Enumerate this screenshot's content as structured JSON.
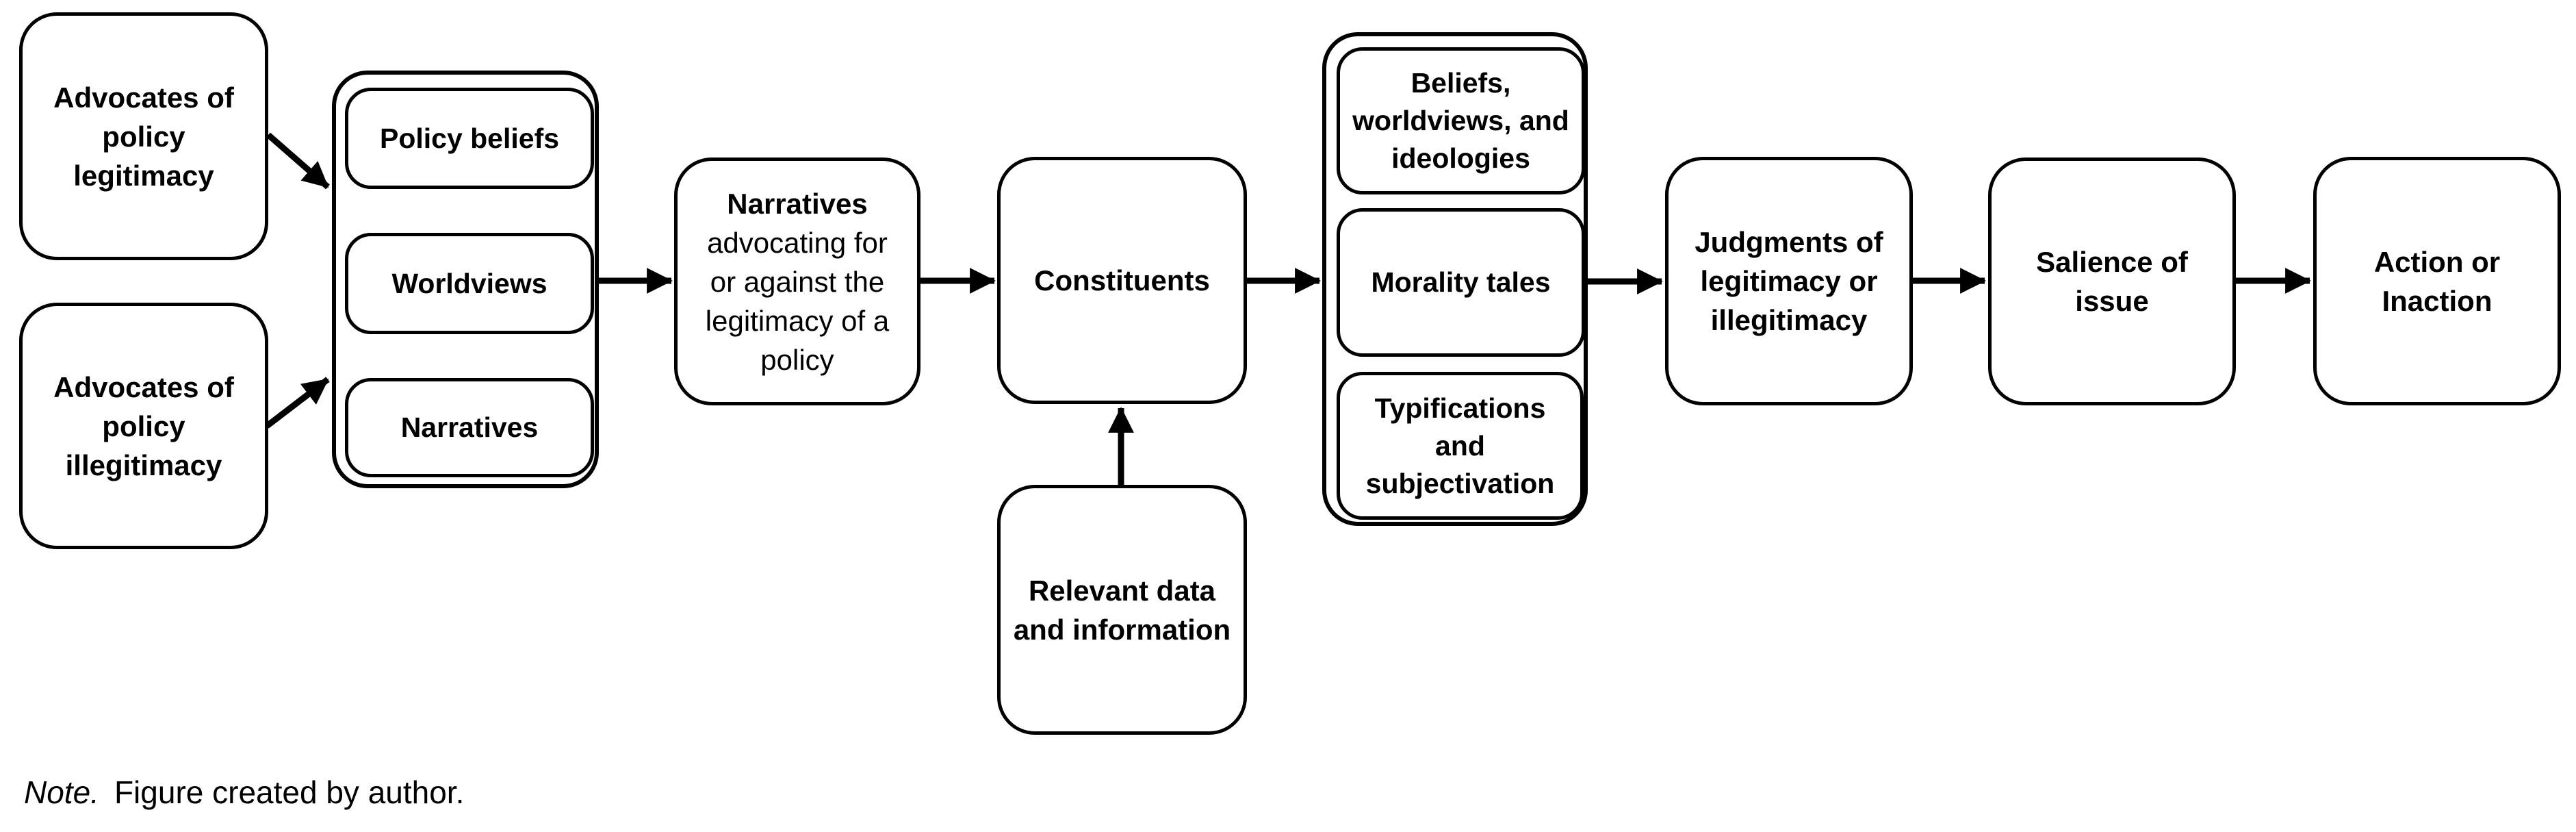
{
  "figure": {
    "background_color": "#ffffff",
    "stroke_color": "#000000",
    "nodes": {
      "advocates_legitimacy": {
        "label": "Advocates of\npolicy\nlegitimacy"
      },
      "advocates_illegitimacy": {
        "label": "Advocates of\npolicy\nillegitimacy"
      },
      "narrative_components_group": {
        "items": [
          {
            "label": "Policy beliefs"
          },
          {
            "label": "Worldviews"
          },
          {
            "label": "Narratives"
          }
        ]
      },
      "narratives_advocating": {
        "title": "Narratives",
        "body": "advocating for\nor against the\nlegitimacy of a\npolicy"
      },
      "constituents": {
        "label": "Constituents"
      },
      "relevant_data": {
        "label": "Relevant data\nand information"
      },
      "interpretation_group": {
        "items": [
          {
            "label": "Beliefs,\nworldviews, and\nideologies"
          },
          {
            "label": "Morality tales"
          },
          {
            "label": "Typifications\nand\nsubjectivation"
          }
        ]
      },
      "judgments": {
        "label": "Judgments of\nlegitimacy or\nillegitimacy"
      },
      "salience": {
        "label": "Salience of\nissue"
      },
      "action": {
        "label": "Action or\nInaction"
      }
    },
    "note": {
      "prefix": "Note.",
      "text": "Figure created by author."
    }
  }
}
